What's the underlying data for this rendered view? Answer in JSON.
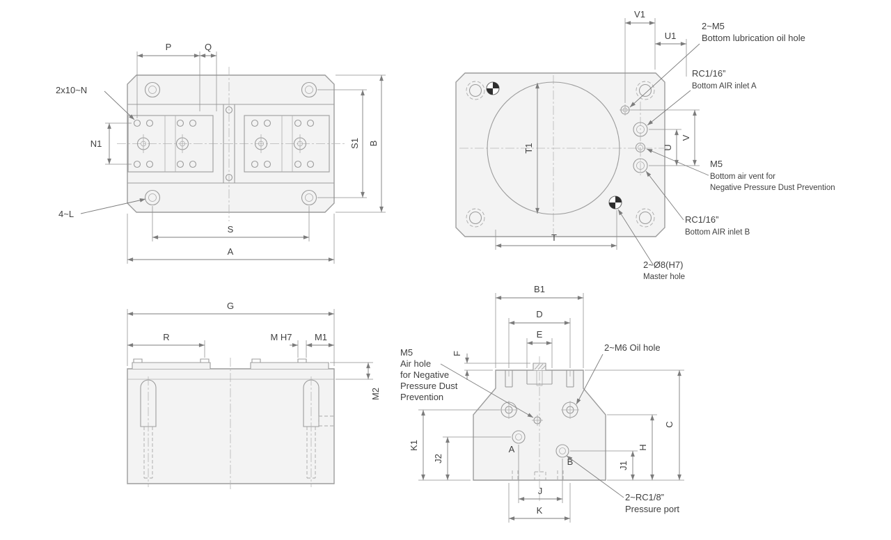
{
  "views": {
    "plan": {
      "dims": {
        "p": "P",
        "q": "Q",
        "n": "2x10~N",
        "n1": "N1",
        "s1": "S1",
        "b": "B",
        "l": "4~L",
        "s": "S",
        "a": "A"
      }
    },
    "bottom": {
      "dims": {
        "v1": "V1",
        "u1": "U1",
        "t1": "T1",
        "u": "U",
        "v": "V",
        "t": "T"
      },
      "callouts": {
        "lube": {
          "lines": [
            "2~M5",
            "Bottom lubrication oil hole"
          ]
        },
        "inlet_a": {
          "lines": [
            "RC1/16”",
            "Bottom AIR inlet A"
          ]
        },
        "vent": {
          "lines": [
            "M5",
            "Bottom air vent for",
            "Negative Pressure Dust Prevention"
          ]
        },
        "inlet_b": {
          "lines": [
            "RC1/16”",
            "Bottom AIR inlet B"
          ]
        },
        "master": {
          "lines": [
            "2~Ø8(H7)",
            "Master hole"
          ]
        }
      }
    },
    "side": {
      "dims": {
        "g": "G",
        "r": "R",
        "m": "M H7",
        "m1": "M1",
        "m2": "M2"
      }
    },
    "front": {
      "dims": {
        "b1": "B1",
        "d": "D",
        "e": "E",
        "f": "F",
        "k1": "K1",
        "j2": "J2",
        "c": "C",
        "h": "H",
        "j1": "J1",
        "j": "J",
        "k": "K"
      },
      "ports": {
        "a": "A",
        "b": "B"
      },
      "callouts": {
        "air": {
          "lines": [
            "M5",
            "Air hole",
            "for Negative",
            "Pressure Dust",
            "Prevention"
          ]
        },
        "oil": {
          "lines": [
            "2~M6 Oil hole"
          ]
        },
        "pressure": {
          "lines": [
            "2~RC1/8”",
            "Pressure port"
          ]
        }
      }
    }
  }
}
